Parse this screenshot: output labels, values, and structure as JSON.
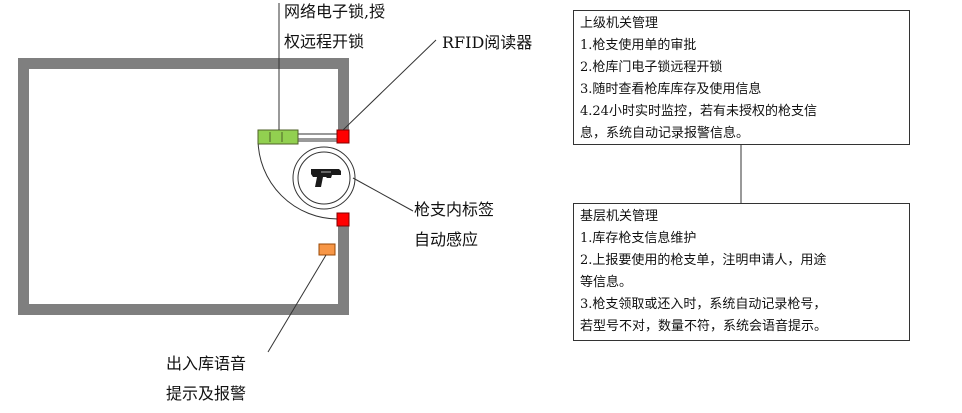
{
  "labels": {
    "network_lock": [
      "网络电子锁,授",
      "权远程开锁"
    ],
    "rfid_reader": "RFID阅读器",
    "gun_tag": [
      "枪支内标签",
      "自动感应"
    ],
    "voice_alarm": [
      "出入库语音",
      "提示及报警"
    ]
  },
  "upper_box": {
    "title": "上级机关管理",
    "items": [
      "1.枪支使用单的审批",
      "2.枪库门电子锁远程开锁",
      "3.随时查看枪库库存及使用信息",
      "4.24小时实时监控，若有未授权的枪支信",
      "息，系统自动记录报警信息。"
    ]
  },
  "lower_box": {
    "title": "基层机关管理",
    "items": [
      "1.库存枪支信息维护",
      "2.上报要使用的枪支单，注明申请人，用途",
      "等信息。",
      "3.枪支领取或还入时，系统自动记录枪号，",
      "若型号不对，数量不符，系统会语音提示。"
    ]
  },
  "colors": {
    "wall": "#7f7f7f",
    "lock": "#92d050",
    "rfid": "#ff0000",
    "speaker": "#f79646",
    "line": "#333333"
  },
  "icons": {
    "gun": "pistol-icon"
  }
}
